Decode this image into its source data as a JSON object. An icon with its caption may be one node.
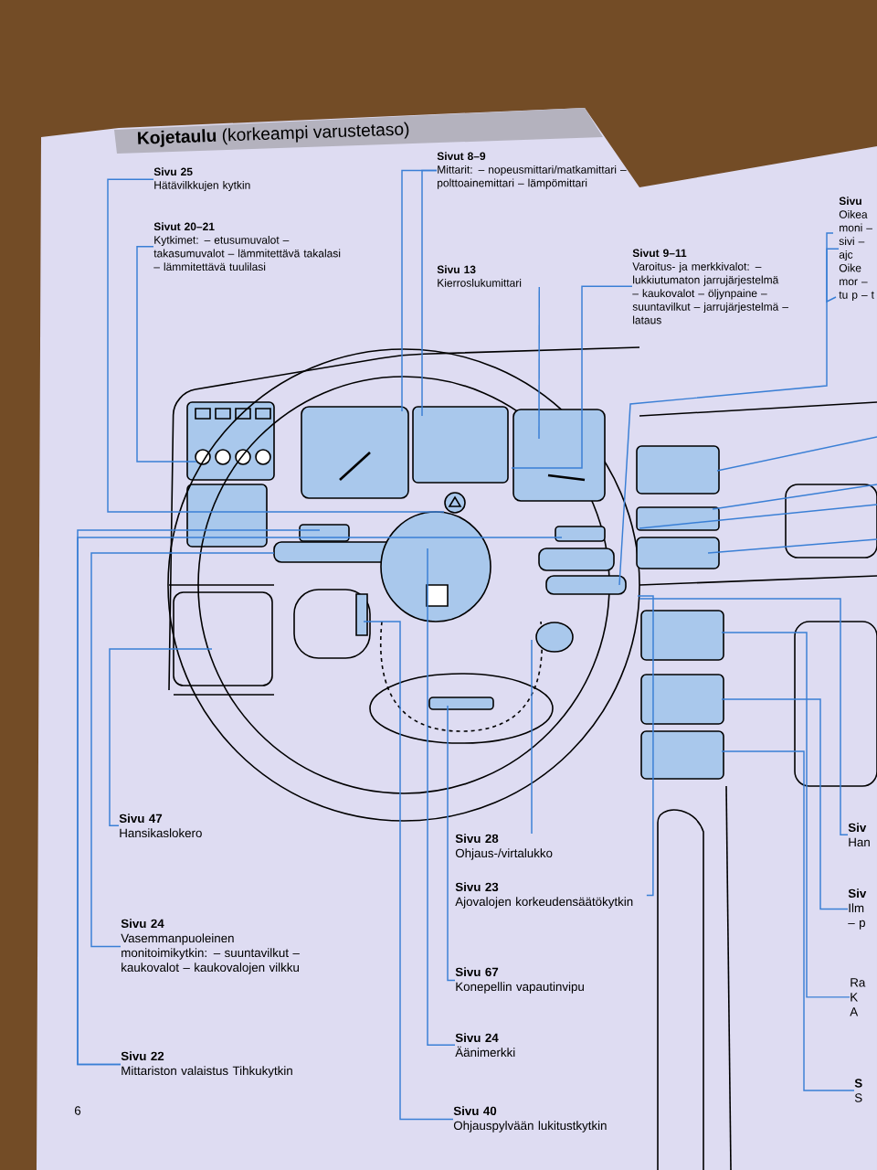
{
  "diagram": {
    "title": "**Kojetaulu** (korkeampi varustetaso)",
    "nodes": [
      {
        "text": [
          "Sivu 25",
          "Hätävilkkujen kytkin"
        ]
      },
      {
        "text": [
          "Sivut 20–21",
          "Kytkimet: – etusumuvalot – takasumuvalot – lämmitettävä takalasi – lämmitettävä tuulilasi"
        ]
      },
      {
        "text": [
          "Sivut 8–9",
          "Mittarit: – nopeusmittari/matkamittari – polttoainemittari – lämpömittari"
        ]
      },
      {
        "text": [
          "Sivu 13",
          "Kierroslukumittari"
        ]
      },
      {
        "text": [
          "Sivut 9–11",
          "Varoitus- ja merkkivalot: – lukkiutumaton jarrujärjestelmä – kaukovalot – öljynpaine – suuntavilkut – jarrujärjestelmä – lataus"
        ]
      },
      {
        "text": [
          "Sivu",
          "Oikea moni – sivi – ajc",
          "Oike mor – tu p – t"
        ]
      },
      {
        "text": [
          "Sivu 47",
          "Hansikaslokero"
        ]
      },
      {
        "text": [
          "Sivu 24",
          "Vasemmanpuoleinen monitoimikytkin: – suuntavilkut – kaukovalot – kaukovalojen vilkku"
        ]
      },
      {
        "text": [
          "Sivu 22",
          "Mittariston valaistus Tihkukytkin"
        ]
      },
      {
        "text": [
          "Sivu 28",
          "Ohjaus-/virtalukko"
        ]
      },
      {
        "text": [
          "Sivu 23",
          "Ajovalojen korkeudensäätökytkin"
        ]
      },
      {
        "text": [
          "Sivu 67",
          "Konepellin vapautinvipu"
        ]
      },
      {
        "text": [
          "Sivu 24",
          "Äänimerkki"
        ]
      },
      {
        "text": [
          "Sivu 40",
          "Ohjauspylvään lukitustkytkin"
        ]
      },
      {
        "text": [
          "Siv",
          "Han"
        ]
      },
      {
        "text": [
          "Siv",
          "Ilm – p"
        ]
      },
      {
        "text": [
          "Ra K A"
        ]
      },
      {
        "text": [
          "S",
          "S"
        ]
      }
    ],
    "edges": [
      {
        "from": 0,
        "to": null,
        "arrow": "none"
      },
      {
        "from": 1,
        "to": null,
        "arrow": "none"
      },
      {
        "from": 2,
        "to": null,
        "arrow": "none"
      },
      {
        "from": 2,
        "to": null,
        "arrow": "none"
      },
      {
        "from": 3,
        "to": null,
        "arrow": "none"
      },
      {
        "from": 4,
        "to": null,
        "arrow": "none"
      },
      {
        "from": 5,
        "to": null,
        "arrow": "none"
      },
      {
        "from": 6,
        "to": null,
        "arrow": "none"
      },
      {
        "from": 7,
        "to": null,
        "arrow": "none"
      },
      {
        "from": 8,
        "to": null,
        "arrow": "none"
      },
      {
        "from": 8,
        "to": null,
        "arrow": "none"
      },
      {
        "from": 9,
        "to": null,
        "arrow": "none"
      },
      {
        "from": 10,
        "to": null,
        "arrow": "none"
      },
      {
        "from": 11,
        "to": null,
        "arrow": "none"
      },
      {
        "from": 12,
        "to": null,
        "arrow": "none"
      },
      {
        "from": 13,
        "to": null,
        "arrow": "none"
      },
      {
        "from": 14,
        "to": null,
        "arrow": "none"
      },
      {
        "from": 15,
        "to": null,
        "arrow": "none"
      },
      {
        "from": 16,
        "to": null,
        "arrow": "none"
      },
      {
        "from": 17,
        "to": null,
        "arrow": "none"
      }
    ],
    "labels": [
      "6"
    ]
  }
}
